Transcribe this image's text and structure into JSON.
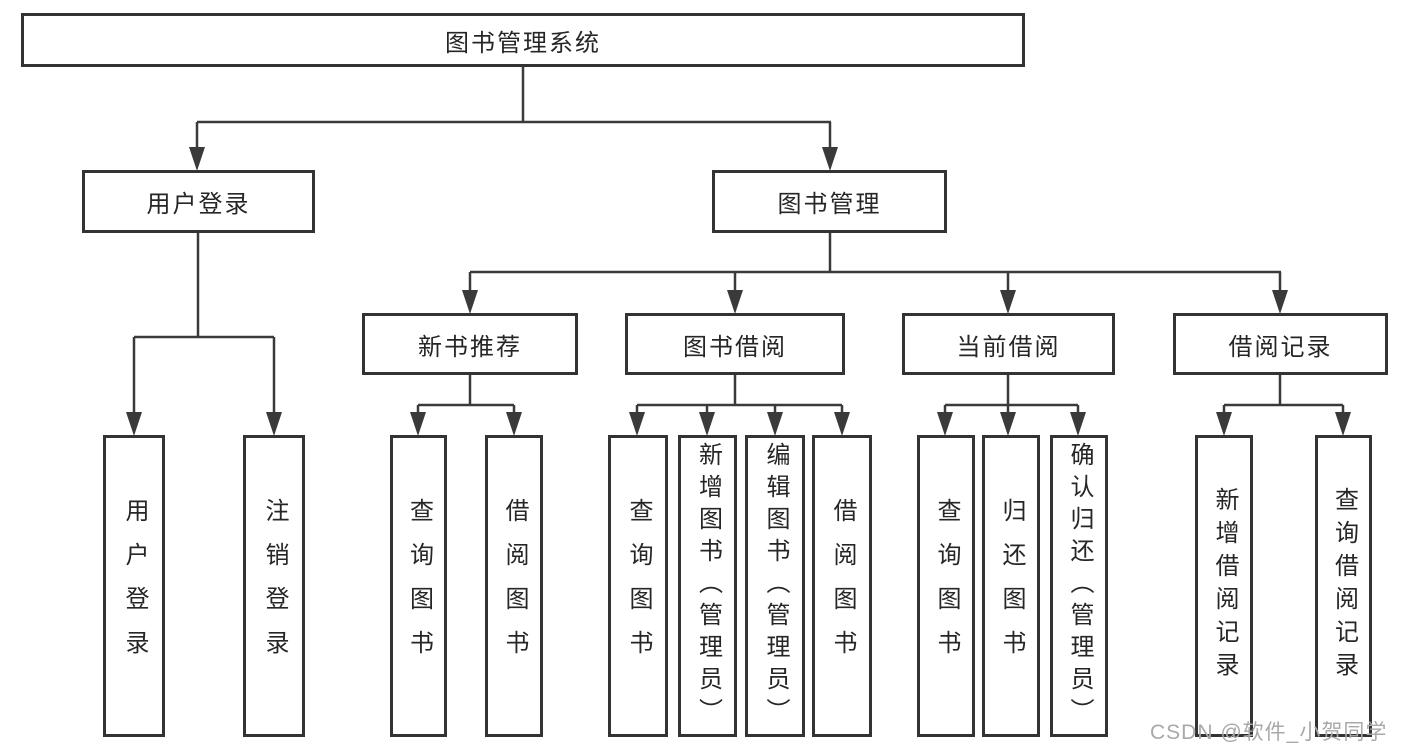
{
  "diagram": {
    "tree": {
      "root": {
        "label": "图书管理系统"
      },
      "branches": [
        {
          "label": "用户登录",
          "children": [
            {
              "label": "用户登录"
            },
            {
              "label": "注销登录"
            }
          ]
        },
        {
          "label": "图书管理",
          "children": [
            {
              "label": "新书推荐",
              "children": [
                {
                  "label": "查询图书"
                },
                {
                  "label": "借阅图书"
                }
              ]
            },
            {
              "label": "图书借阅",
              "children": [
                {
                  "label": "查询图书"
                },
                {
                  "label": "新增图书（管理员）"
                },
                {
                  "label": "编辑图书（管理员）"
                },
                {
                  "label": "借阅图书"
                }
              ]
            },
            {
              "label": "当前借阅",
              "children": [
                {
                  "label": "查询图书"
                },
                {
                  "label": "归还图书"
                },
                {
                  "label": "确认归还（管理员）"
                }
              ]
            },
            {
              "label": "借阅记录",
              "children": [
                {
                  "label": "新增借阅记录"
                },
                {
                  "label": "查询借阅记录"
                }
              ]
            }
          ]
        }
      ]
    },
    "colors": {
      "box_border": "#333333",
      "line": "#3a3a3a",
      "text": "#262626",
      "background": "#ffffff",
      "watermark": "#a9a9a9"
    }
  },
  "watermark": {
    "text": "CSDN @软件_小贺同学"
  }
}
